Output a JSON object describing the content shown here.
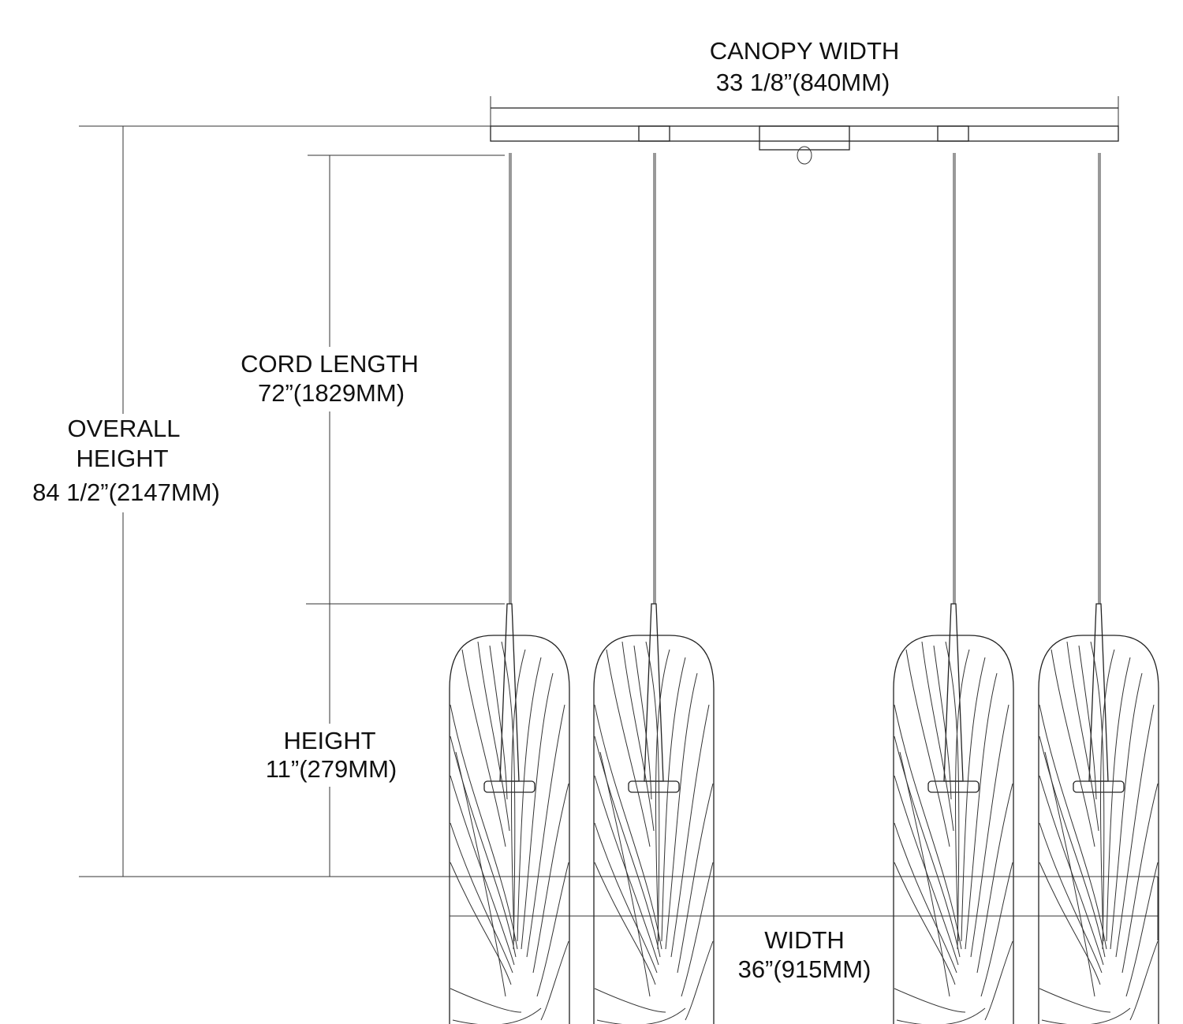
{
  "canopy_width": {
    "label": "CANOPY WIDTH",
    "value": "33 1/8”(840MM)"
  },
  "cord_length": {
    "label": "CORD LENGTH",
    "value": "72”(1829MM)"
  },
  "overall_height": {
    "label_line1": "OVERALL",
    "label_line2": "HEIGHT",
    "value": "84 1/2”(2147MM)"
  },
  "height": {
    "label": "HEIGHT",
    "value": "11”(279MM)"
  },
  "width": {
    "label": "WIDTH",
    "value": "36”(915MM)"
  },
  "pendant_count": 4
}
